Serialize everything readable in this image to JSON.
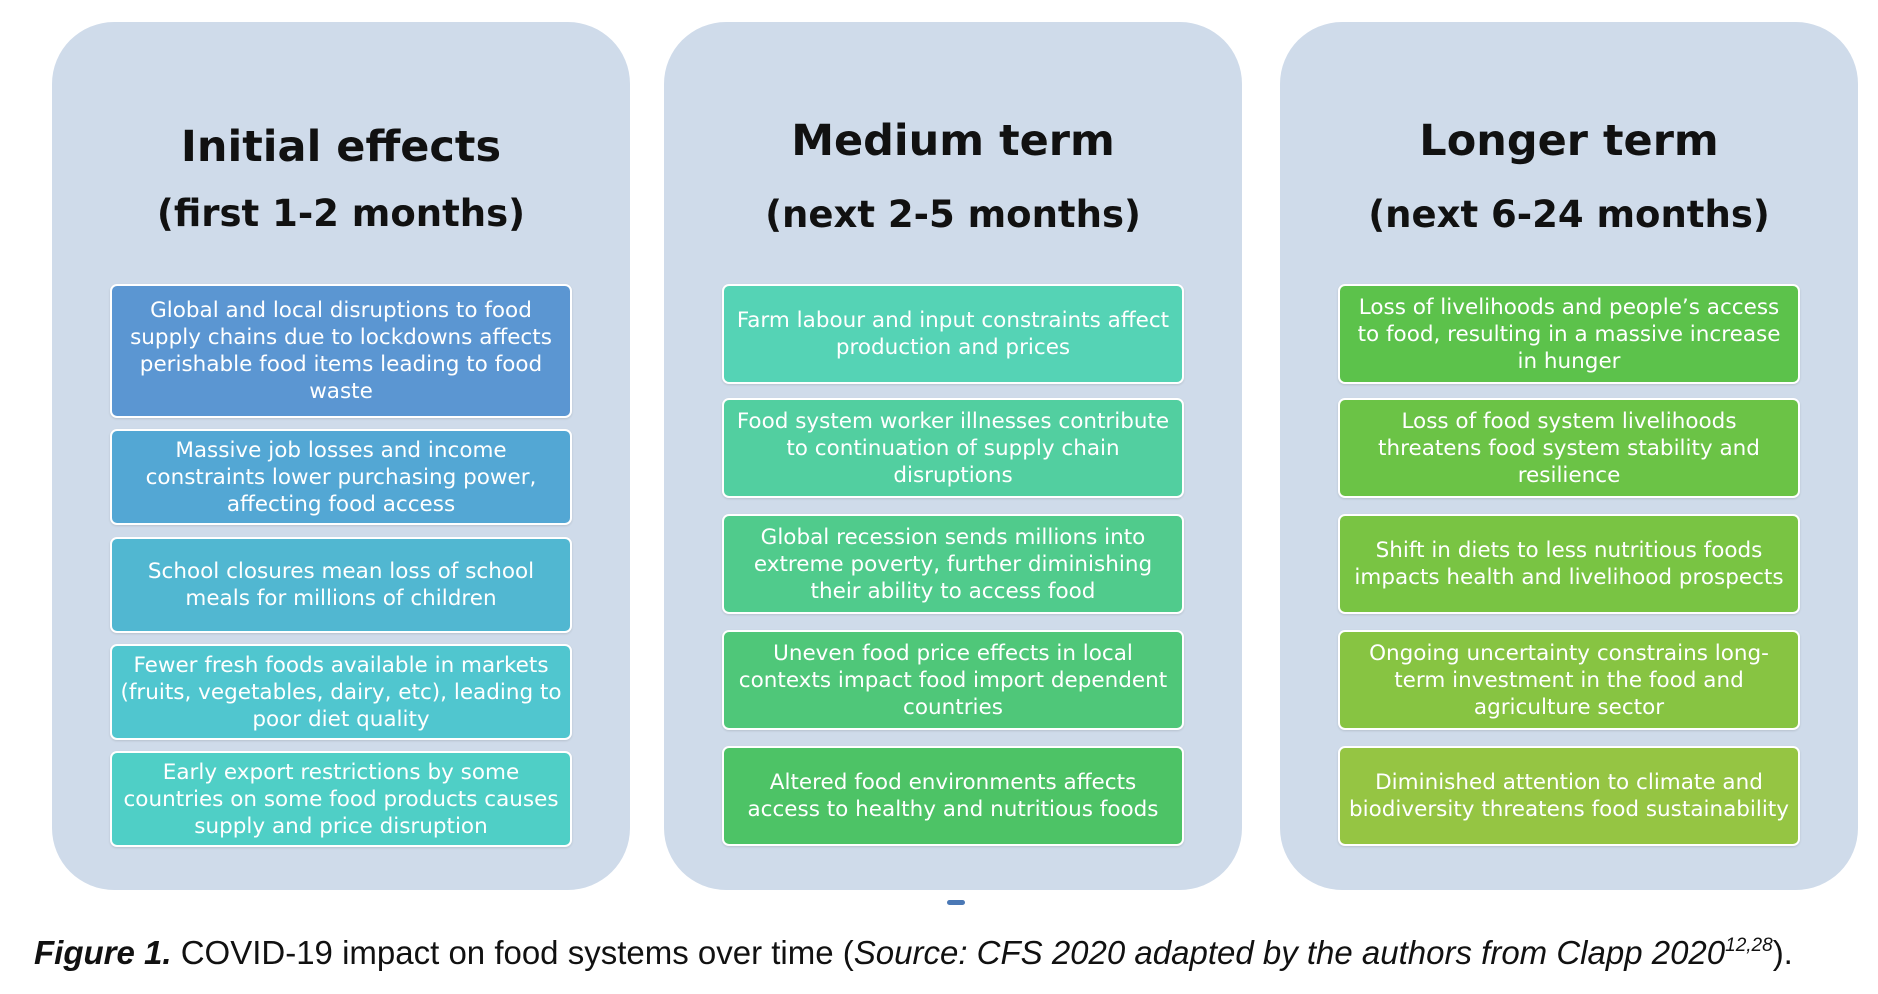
{
  "panels": [
    {
      "title": "Initial effects",
      "subtitle": "(first 1-2 months)",
      "items": [
        {
          "text": "Global and local disruptions to food supply chains due to lockdowns affects perishable food items leading to food waste",
          "color": "#5b96d2"
        },
        {
          "text": "Massive job losses and income constraints lower purchasing power, affecting food access",
          "color": "#53a7d4"
        },
        {
          "text": "School closures mean loss of school meals for millions of children",
          "color": "#51b7d1"
        },
        {
          "text": "Fewer fresh foods available in markets (fruits, vegetables, dairy, etc), leading to poor diet quality",
          "color": "#50c6cf"
        },
        {
          "text": "Early export restrictions by some countries on some food products causes supply and price disruption",
          "color": "#4fcfc6"
        }
      ]
    },
    {
      "title": "Medium term",
      "subtitle": "(next 2-5 months)",
      "items": [
        {
          "text": "Farm labour and input constraints affect production and prices",
          "color": "#55d3b5"
        },
        {
          "text": "Food system worker illnesses contribute to continuation of supply chain disruptions",
          "color": "#52cfa0"
        },
        {
          "text": "Global recession sends millions into extreme poverty, further diminishing their ability to access food",
          "color": "#50cb8c"
        },
        {
          "text": "Uneven food price effects in local contexts impact food import dependent countries",
          "color": "#4fc779"
        },
        {
          "text": "Altered food environments affects access to healthy and nutritious foods",
          "color": "#4dc366"
        }
      ]
    },
    {
      "title": "Longer term",
      "subtitle": "(next 6-24 months)",
      "items": [
        {
          "text": "Loss of livelihoods and people’s access to food, resulting in a massive increase in hunger",
          "color": "#5cc24b"
        },
        {
          "text": "Loss of food system livelihoods threatens food system stability and resilience",
          "color": "#6bc346"
        },
        {
          "text": "Shift in diets to less nutritious foods impacts health and livelihood prospects",
          "color": "#79c443"
        },
        {
          "text": "Ongoing uncertainty constrains long-term investment in the food and agriculture sector",
          "color": "#87c442"
        },
        {
          "text": "Diminished attention to climate and biodiversity threatens food sustainability",
          "color": "#95c543"
        }
      ]
    }
  ],
  "caption": {
    "label": "Figure 1.",
    "text": " COVID-19 impact on food systems over time (",
    "source": "Source: CFS 2020 adapted by the authors from Clapp 2020",
    "refs": "12,28",
    "end": ")."
  }
}
